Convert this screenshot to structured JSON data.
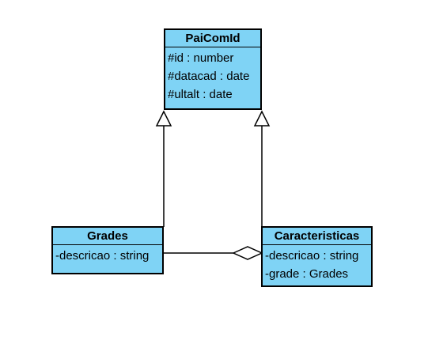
{
  "diagram": {
    "classes": [
      {
        "id": "paicomid",
        "name": "PaiComId",
        "attributes": [
          "#id : number",
          "#datacad : date",
          "#ultalt : date"
        ]
      },
      {
        "id": "grades",
        "name": "Grades",
        "attributes": [
          "-descricao : string"
        ]
      },
      {
        "id": "caracteristicas",
        "name": "Caracteristicas",
        "attributes": [
          "-descricao : string",
          "-grade : Grades"
        ]
      }
    ],
    "relationships": [
      {
        "type": "generalization",
        "from": "Grades",
        "to": "PaiComId"
      },
      {
        "type": "generalization",
        "from": "Caracteristicas",
        "to": "PaiComId"
      },
      {
        "type": "aggregation",
        "whole": "Caracteristicas",
        "part": "Grades"
      }
    ],
    "colors": {
      "class_fill": "#7fd3f5",
      "line": "#000000",
      "background": "#ffffff"
    }
  }
}
